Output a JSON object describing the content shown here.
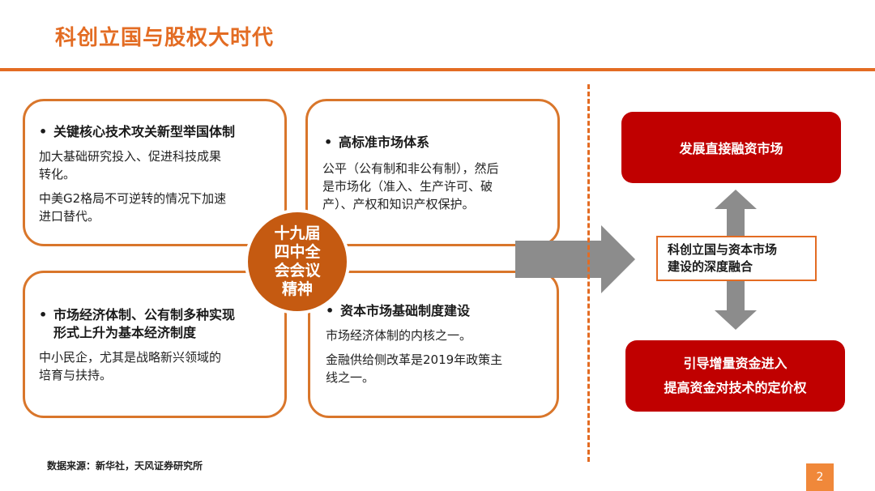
{
  "title": "科创立国与股权大时代",
  "boxes": {
    "top_left": {
      "heading": "关键核心技术攻关新型举国体制",
      "lines": [
        "加大基础研究投入、促进科技成果",
        "转化。",
        "中美G2格局不可逆转的情况下加速",
        "进口替代。"
      ]
    },
    "top_right": {
      "heading": "高标准市场体系",
      "lines": [
        "公平（公有制和非公有制），然后",
        "是市场化（准入、生产许可、破",
        "产）、产权和知识产权保护。"
      ]
    },
    "bottom_left": {
      "heading_line1": "市场经济体制、公有制多种实现",
      "heading_line2": "形式上升为基本经济制度",
      "lines": [
        "中小民企，尤其是战略新兴领域的",
        "培育与扶持。"
      ]
    },
    "bottom_right": {
      "heading": "资本市场基础制度建设",
      "lines": [
        "市场经济体制的内核之一。",
        "金融供给侧改革是2019年政策主",
        "线之一。"
      ]
    }
  },
  "circle": {
    "lines": [
      "十九届",
      "四中全",
      "会会议",
      "精神"
    ]
  },
  "right": {
    "top_box": "发展直接融资市场",
    "center_line1": "科创立国与资本市场",
    "center_line2": "建设的深度融合",
    "bottom_line1": "引导增量资金进入",
    "bottom_line2": "提高资金对技术的定价权"
  },
  "bullet": "•",
  "source": "数据来源：新华社，天风证券研究所",
  "page_number": "2",
  "colors": {
    "accent": "#e36c23",
    "red": "#c00000",
    "circle": "#c55a11",
    "arrow": "#8c8c8c"
  }
}
